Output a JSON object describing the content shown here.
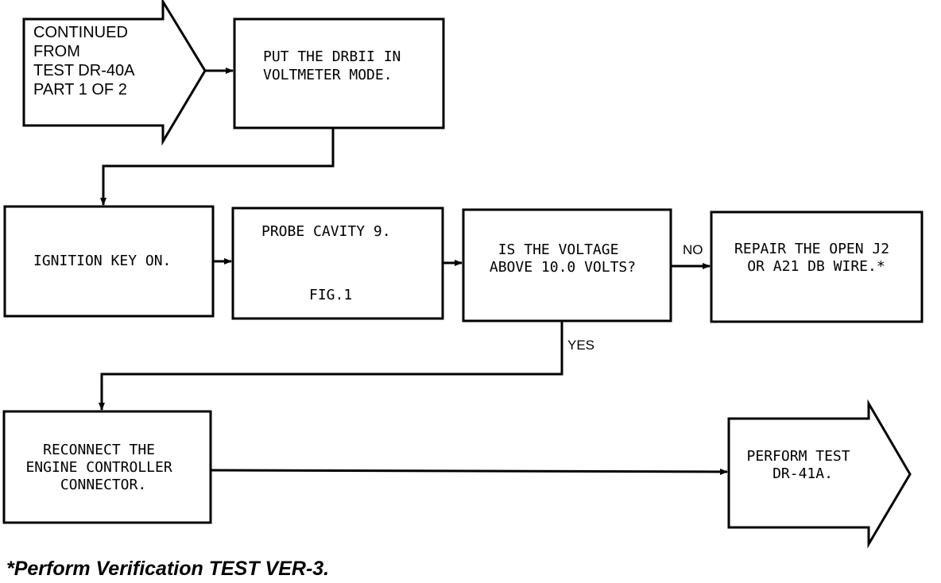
{
  "start": {
    "lines": [
      "CONTINUED",
      "FROM",
      "TEST DR-40A",
      "PART 1 OF 2"
    ]
  },
  "steps": {
    "drbii": {
      "lines": [
        "PUT THE DRBII IN",
        "VOLTMETER MODE."
      ]
    },
    "ignition": {
      "lines": [
        "IGNITION KEY ON."
      ]
    },
    "probe": {
      "lines": [
        "PROBE CAVITY 9."
      ],
      "figure": "FIG.1"
    },
    "decision": {
      "lines": [
        "IS THE VOLTAGE",
        "ABOVE 10.0 VOLTS?"
      ]
    },
    "repair": {
      "lines": [
        "REPAIR THE OPEN J2",
        "OR A21 DB WIRE.*"
      ]
    },
    "reconnect": {
      "lines": [
        "RECONNECT THE",
        "ENGINE CONTROLLER",
        "CONNECTOR."
      ]
    }
  },
  "end": {
    "lines": [
      "PERFORM TEST",
      "DR-41A."
    ]
  },
  "edge_labels": {
    "no": "NO",
    "yes": "YES"
  },
  "footnote": "*Perform Verification TEST VER-3."
}
